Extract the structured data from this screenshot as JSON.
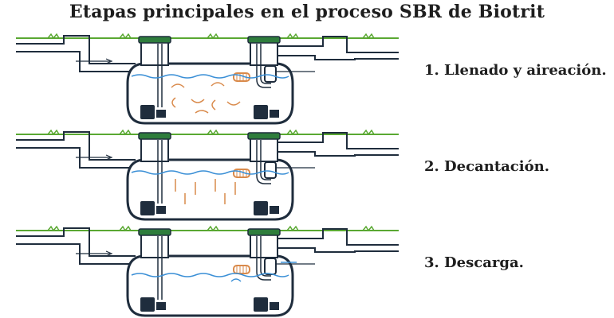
{
  "title": "Etapas principales en el proceso SBR de Biotrit",
  "stages": [
    {
      "label": "1. Llenado y aireación."
    },
    {
      "label": "2. Decantación."
    },
    {
      "label": "3. Descarga."
    }
  ],
  "colors": {
    "outline": "#1f2d3d",
    "grass": "#5aa832",
    "lid": "#2e7d3c",
    "water_line": "#3a8fd6",
    "arrow": "#d98a4b",
    "sludge": "#c49a6c",
    "fill_stage1": "#e8e0cc",
    "fill_stage2": "#dfe9f0",
    "fill_stage3": "#d5e8f5"
  }
}
